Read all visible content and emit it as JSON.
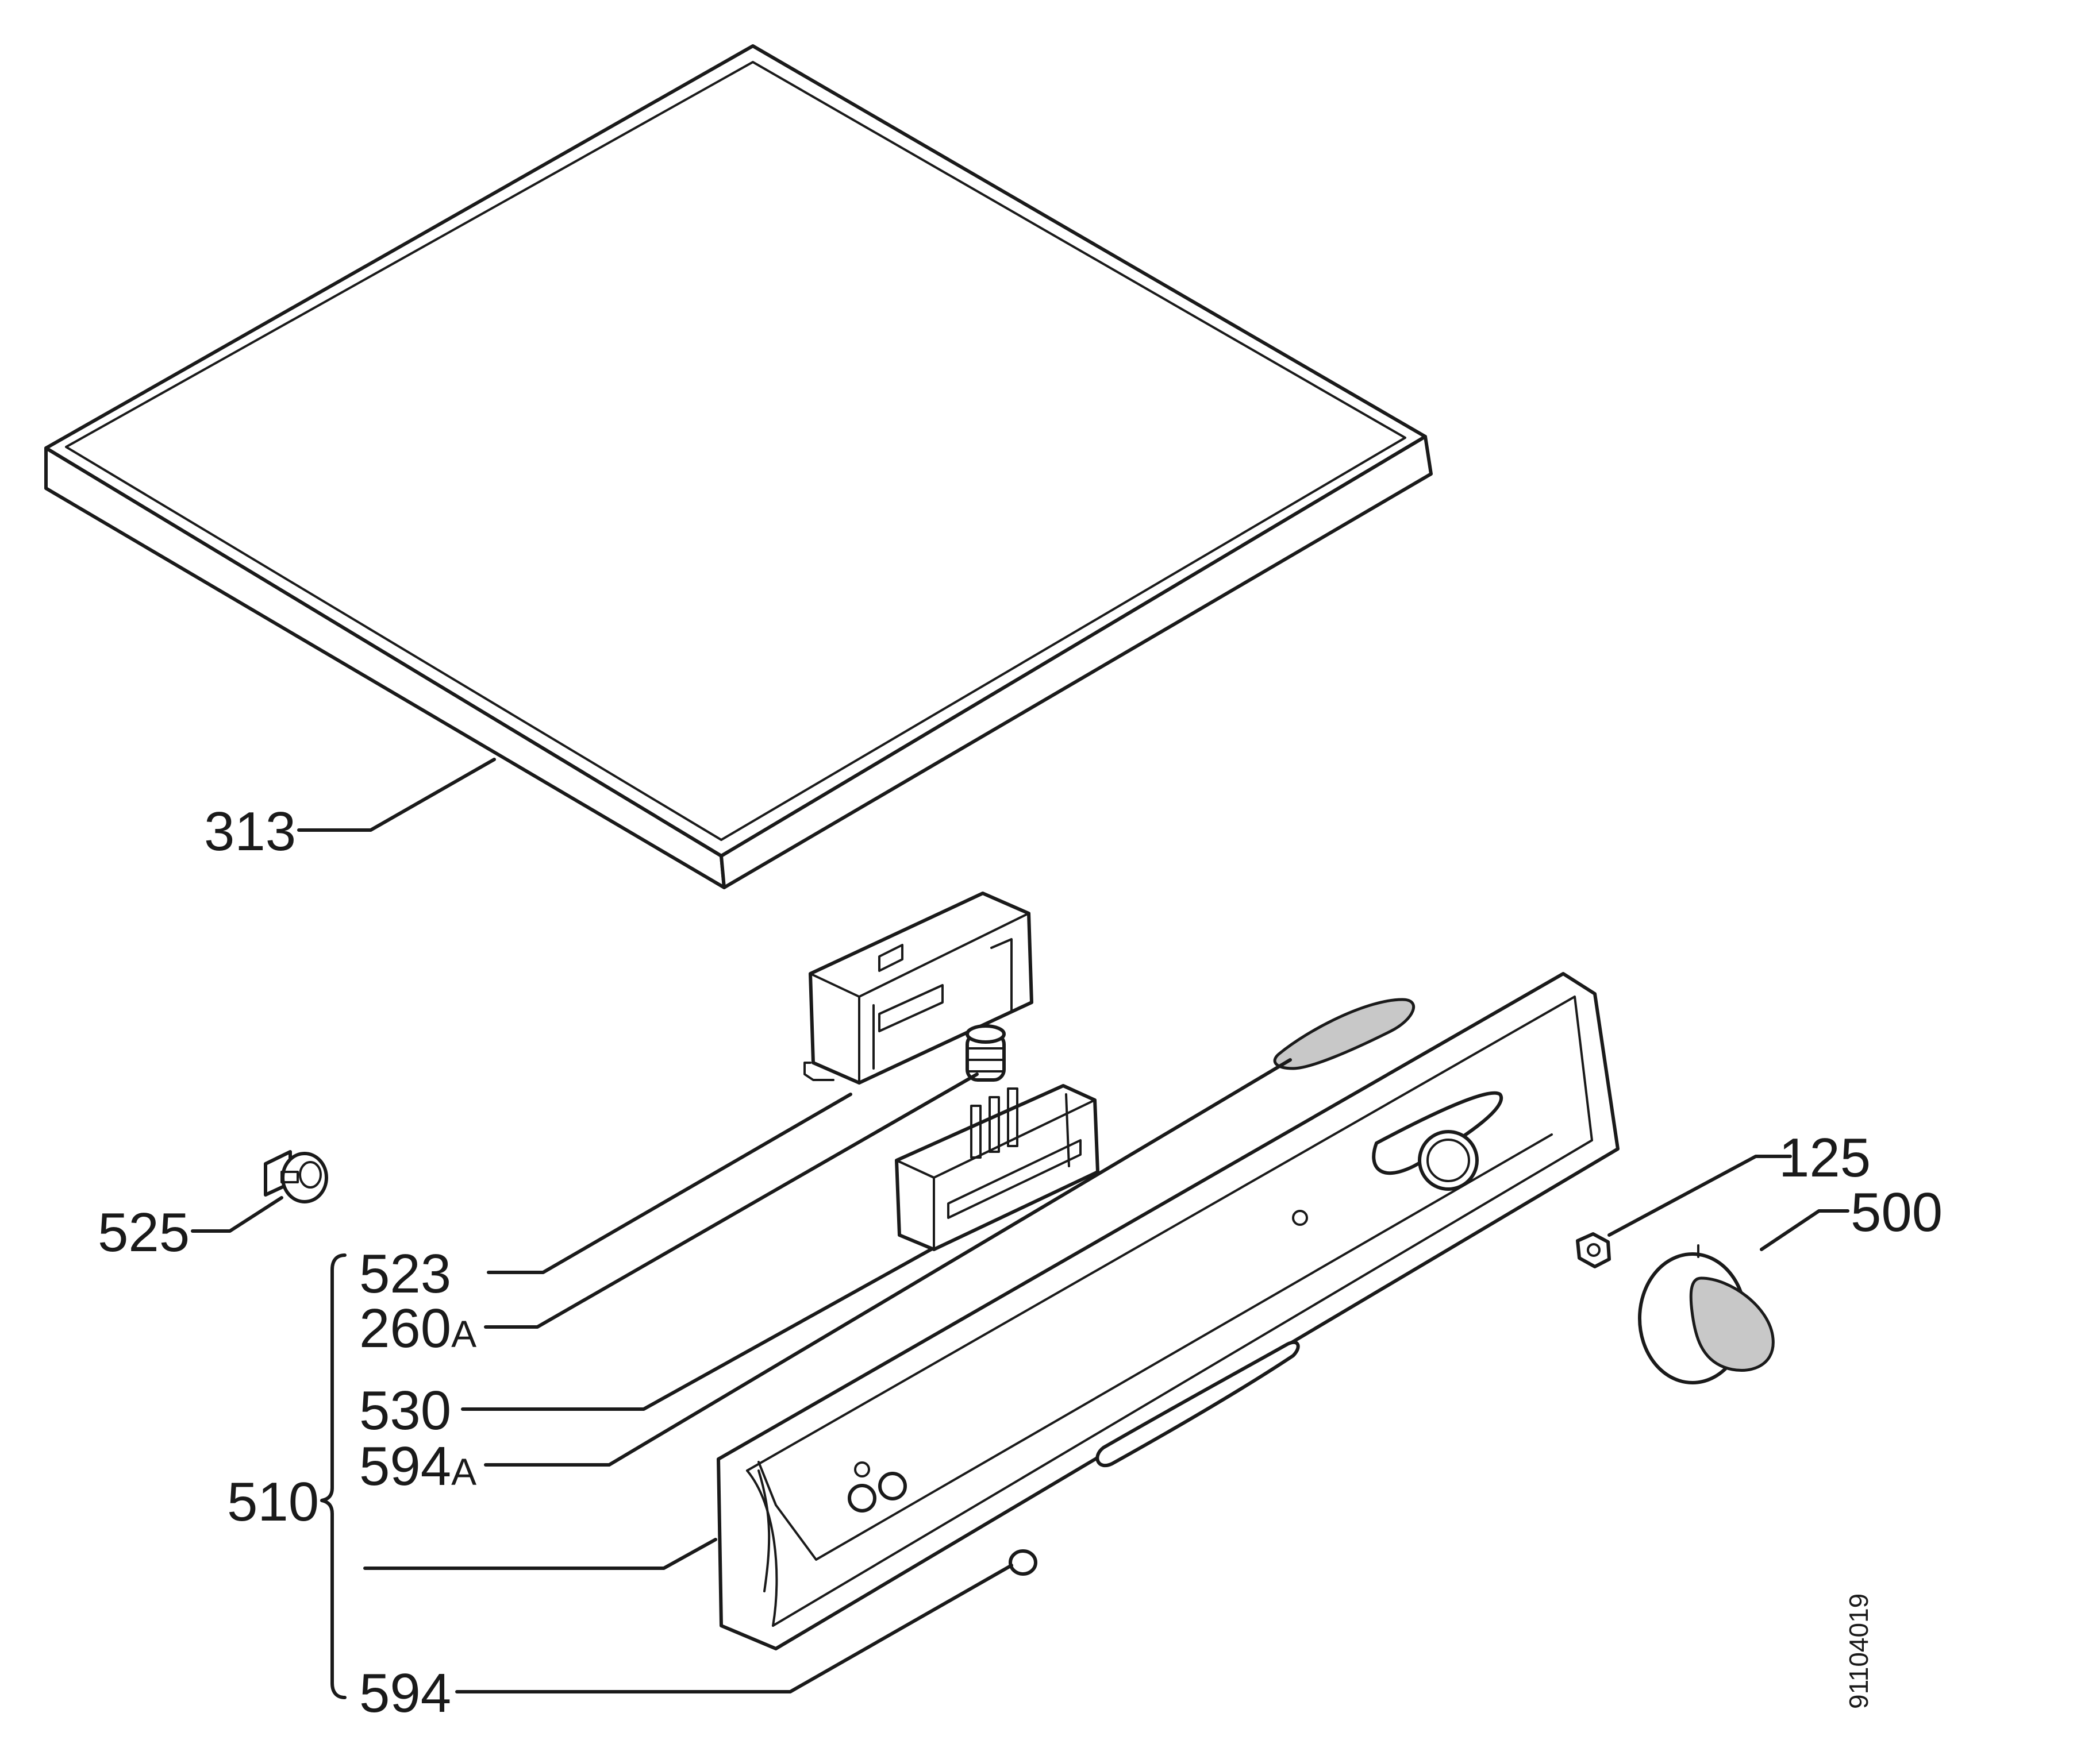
{
  "parts": [
    {
      "id": "p313",
      "label": "313"
    },
    {
      "id": "p525",
      "label": "525"
    },
    {
      "id": "p523",
      "label": "523"
    },
    {
      "id": "p260A",
      "label": "260",
      "suffix": "A"
    },
    {
      "id": "p530",
      "label": "530"
    },
    {
      "id": "p594A",
      "label": "594",
      "suffix": "A"
    },
    {
      "id": "p510",
      "label": "510"
    },
    {
      "id": "p594",
      "label": "594"
    },
    {
      "id": "p125",
      "label": "125"
    },
    {
      "id": "p500",
      "label": "500"
    }
  ],
  "document_number": "91104019"
}
